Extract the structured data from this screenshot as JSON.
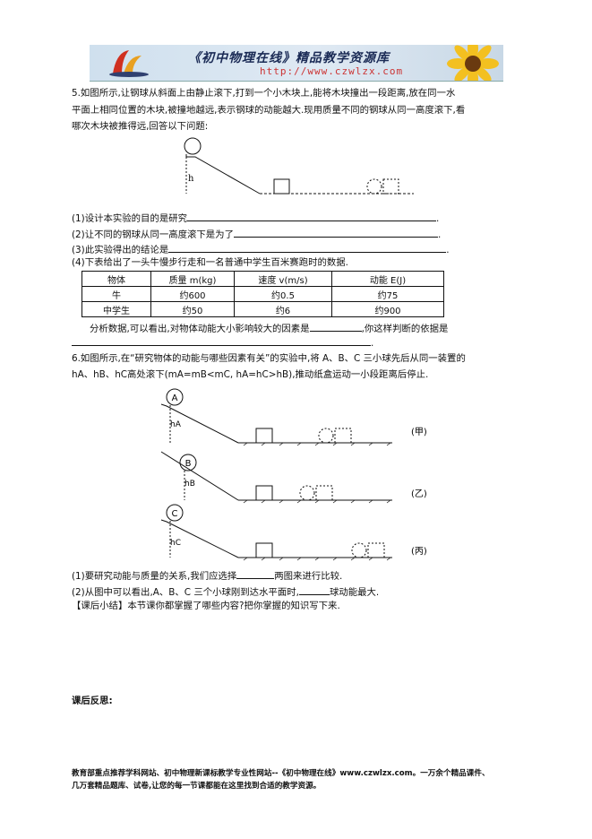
{
  "banner": {
    "title": "《初中物理在线》精品教学资源库",
    "url": "http://www.czwlzx.com"
  },
  "q5": {
    "line1": "5.如图所示,让钢球从斜面上由静止滚下,打到一个小木块上,能将木块撞出一段距离,放在同一水",
    "line2": "平面上相同位置的木块,被撞地越远,表示钢球的动能越大.现用质量不同的钢球从同一高度滚下,看",
    "line3": "哪次木块被推得远,回答以下问题:",
    "fig_h": "h",
    "sub1": "(1)设计本实验的目的是研究",
    "sub2": "(2)让不同的钢球从同一高度滚下是为了",
    "sub3": "(3)此实验得出的结论是",
    "sub4": "(4)下表给出了一头牛慢步行走和一名普通中学生百米赛跑时的数据.",
    "table": {
      "headers": [
        "物体",
        "质量 m(kg)",
        "速度 v(m/s)",
        "动能 E(J)"
      ],
      "rows": [
        [
          "牛",
          "约600",
          "约0.5",
          "约75"
        ],
        [
          "中学生",
          "约50",
          "约6",
          "约900"
        ]
      ]
    },
    "analysis_a": "分析数据,可以看出,对物体动能大小影响较大的因素是",
    "analysis_b": ",你这样判断的依据是",
    "analysis_end": "."
  },
  "q6": {
    "line1": "6.如图所示,在“研究物体的动能与哪些因素有关”的实验中,将 A、B、C 三小球先后从同一装置的",
    "line2": "hA、hB、hC高处滚下(mA=mB<mC, hA=hC>hB),推动纸盒运动一小段距离后停止.",
    "figs": [
      {
        "ball": "A",
        "h": "hA",
        "tag": "(甲)"
      },
      {
        "ball": "B",
        "h": "hB",
        "tag": "(乙)"
      },
      {
        "ball": "C",
        "h": "hC",
        "tag": "(丙)"
      }
    ],
    "sub1a": "(1)要研究动能与质量的关系,我们应选择",
    "sub1b": "两图来进行比较.",
    "sub2a": "(2)从图中可以看出,A、B、C 三个小球刚到达水平面时,",
    "sub2b": "球动能最大.",
    "summary": "【课后小结】本节课你都掌握了哪些内容?把你掌握的知识写下来."
  },
  "reflection": "课后反思:",
  "footer": {
    "line1": "教育部重点推荐学科网站、初中物理新课标教学专业性网站--《初中物理在线》www.czwlzx.com。一万余个精品课件、",
    "line2": "几万套精品题库、试卷,让您的每一节课都能在这里找到合适的教学资源。"
  }
}
